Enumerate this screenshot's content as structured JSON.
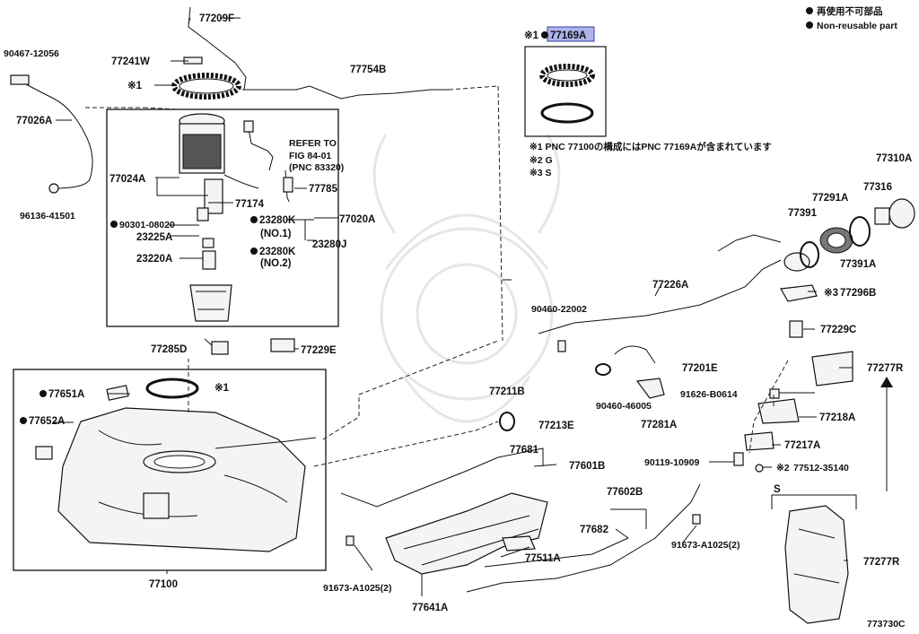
{
  "legend": {
    "bullet_note_jp": "再使用不可部品",
    "bullet_note_en": "Non-reusable part"
  },
  "footnotes": {
    "note1": "※1 PNC 77100の構成にはPNC 77169Aが含まれています",
    "note2": "※2 G",
    "note3": "※3 S"
  },
  "refer": {
    "line1": "REFER TO",
    "line2": "FIG 84-01",
    "line3": "(PNC 83320)"
  },
  "detail_s": "S",
  "figure_code": "773730C",
  "marks": {
    "note1": "※1",
    "note2_prefix": "※2",
    "note3_prefix": "※3"
  },
  "parts": {
    "p77209F": "77209F",
    "p90467": "90467-12056",
    "p77241W": "77241W",
    "p77754B": "77754B",
    "p77026A": "77026A",
    "p77024A": "77024A",
    "p77174": "77174",
    "p77785": "77785",
    "p96136": "96136-41501",
    "p90301": "90301-08020",
    "p23280K_1": "23280K",
    "p23280K_1_sub": "(NO.1)",
    "p23280K_2": "23280K",
    "p23280K_2_sub": "(NO.2)",
    "p23280J": "23280J",
    "p23225A": "23225A",
    "p23220A": "23220A",
    "p77020A": "77020A",
    "p77169A": "77169A",
    "p77285D": "77285D",
    "p77229E": "77229E",
    "p77651A": "77651A",
    "p77652A": "77652A",
    "p77100": "77100",
    "p77310A": "77310A",
    "p77316": "77316",
    "p77291A": "77291A",
    "p77391": "77391",
    "p77391A": "77391A",
    "p77226A": "77226A",
    "p77296B": "77296B",
    "p90460_22002": "90460-22002",
    "p77229C": "77229C",
    "p77201E": "77201E",
    "p77277R_a": "77277R",
    "p77211B": "77211B",
    "p91626": "91626-B0614",
    "p77213E": "77213E",
    "p90460_46005": "90460-46005",
    "p77281A": "77281A",
    "p77218A": "77218A",
    "p77681": "77681",
    "p77601B": "77601B",
    "p77217A": "77217A",
    "p90119": "90119-10909",
    "p77512": "77512-35140",
    "p77602B": "77602B",
    "p77682": "77682",
    "p77511A": "77511A",
    "p91673_a": "91673-A1025(2)",
    "p91673_b": "91673-A1025(2)",
    "p77641A": "77641A",
    "p77277R_b": "77277R"
  }
}
